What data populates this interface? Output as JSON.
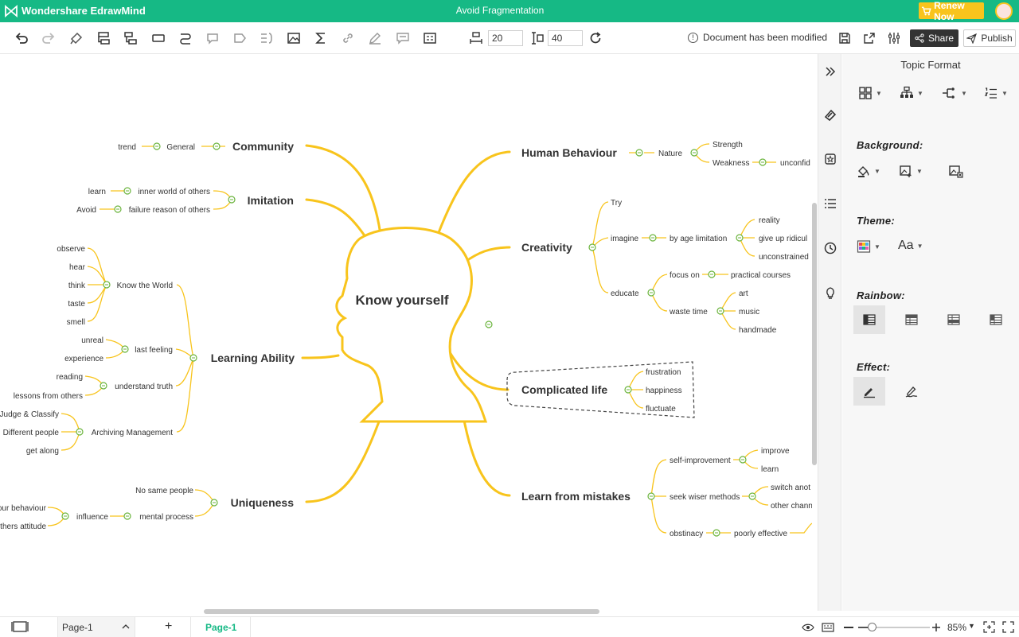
{
  "app": {
    "name": "Wondershare EdrawMind",
    "doc_title": "Avoid Fragmentation",
    "renew": "Renew Now"
  },
  "toolbar": {
    "val1": "20",
    "val2": "40",
    "status": "Document has been modified",
    "share": "Share",
    "publish": "Publish"
  },
  "panel": {
    "title": "Topic Format",
    "background": "Background:",
    "theme": "Theme:",
    "theme_font": "Aa",
    "rainbow": "Rainbow:",
    "effect": "Effect:"
  },
  "status": {
    "page_tab": "Page-1",
    "add": "+",
    "active_page": "Page-1",
    "zoom": "85%"
  },
  "colors": {
    "brand": "#16b985",
    "renew": "#f8c41c",
    "branch": "#f8c41c",
    "node_dot": "#6ab43c",
    "page_active": "#16b985"
  },
  "mindmap": {
    "center": "Know yourself",
    "left_branches": [
      {
        "id": "community",
        "label": "Community",
        "children": [
          {
            "label": "General",
            "children": [
              {
                "label": "trend"
              }
            ]
          }
        ]
      },
      {
        "id": "imitation",
        "label": "Imitation",
        "children": [
          {
            "label": "inner world of others",
            "children": [
              {
                "label": "learn"
              }
            ]
          },
          {
            "label": "failure reason of others",
            "children": [
              {
                "label": "Avoid"
              }
            ]
          }
        ]
      },
      {
        "id": "learning",
        "label": "Learning Ability",
        "children": [
          {
            "label": "Know the World",
            "children": [
              {
                "label": "observe"
              },
              {
                "label": "hear"
              },
              {
                "label": "think"
              },
              {
                "label": "taste"
              },
              {
                "label": "smell"
              }
            ]
          },
          {
            "label": "last feeling",
            "children": [
              {
                "label": "unreal"
              },
              {
                "label": "experience"
              }
            ]
          },
          {
            "label": "understand truth",
            "children": [
              {
                "label": "reading"
              },
              {
                "label": "lessons from others"
              }
            ]
          },
          {
            "label": "Archiving Management",
            "children": [
              {
                "label": "Judge & Classify"
              },
              {
                "label": "Different people"
              },
              {
                "label": "get along"
              }
            ]
          }
        ]
      },
      {
        "id": "uniqueness",
        "label": "Uniqueness",
        "children": [
          {
            "label": "No same people"
          },
          {
            "label": "mental process",
            "children": [
              {
                "label": "influence",
                "children": [
                  {
                    "label": "our behaviour"
                  },
                  {
                    "label": "others attitude"
                  }
                ]
              }
            ]
          }
        ]
      }
    ],
    "right_branches": [
      {
        "id": "human",
        "label": "Human Behaviour",
        "children": [
          {
            "label": "Nature",
            "children": [
              {
                "label": "Strength"
              },
              {
                "label": "Weakness",
                "children": [
                  {
                    "label": "unconfid"
                  }
                ]
              }
            ]
          }
        ]
      },
      {
        "id": "creativity",
        "label": "Creativity",
        "children": [
          {
            "label": "Try"
          },
          {
            "label": "imagine",
            "children": [
              {
                "label": "by age limitation",
                "children": [
                  {
                    "label": "reality"
                  },
                  {
                    "label": "give up ridicul"
                  },
                  {
                    "label": "unconstrained"
                  }
                ]
              }
            ]
          },
          {
            "label": "educate",
            "children": [
              {
                "label": "focus on",
                "children": [
                  {
                    "label": "practical courses"
                  }
                ]
              },
              {
                "label": "waste time",
                "children": [
                  {
                    "label": "art"
                  },
                  {
                    "label": "music"
                  },
                  {
                    "label": "handmade"
                  }
                ]
              }
            ]
          }
        ]
      },
      {
        "id": "complicated",
        "label": "Complicated life",
        "children": [
          {
            "label": "frustration"
          },
          {
            "label": "happiness"
          },
          {
            "label": "fluctuate"
          }
        ]
      },
      {
        "id": "mistakes",
        "label": "Learn from mistakes",
        "children": [
          {
            "label": "self-improvement",
            "children": [
              {
                "label": "improve"
              },
              {
                "label": "learn"
              }
            ]
          },
          {
            "label": "seek wiser methods",
            "children": [
              {
                "label": "switch anot"
              },
              {
                "label": "other chann"
              }
            ]
          },
          {
            "label": "obstinacy",
            "children": [
              {
                "label": "poorly effective"
              }
            ]
          }
        ]
      }
    ]
  }
}
